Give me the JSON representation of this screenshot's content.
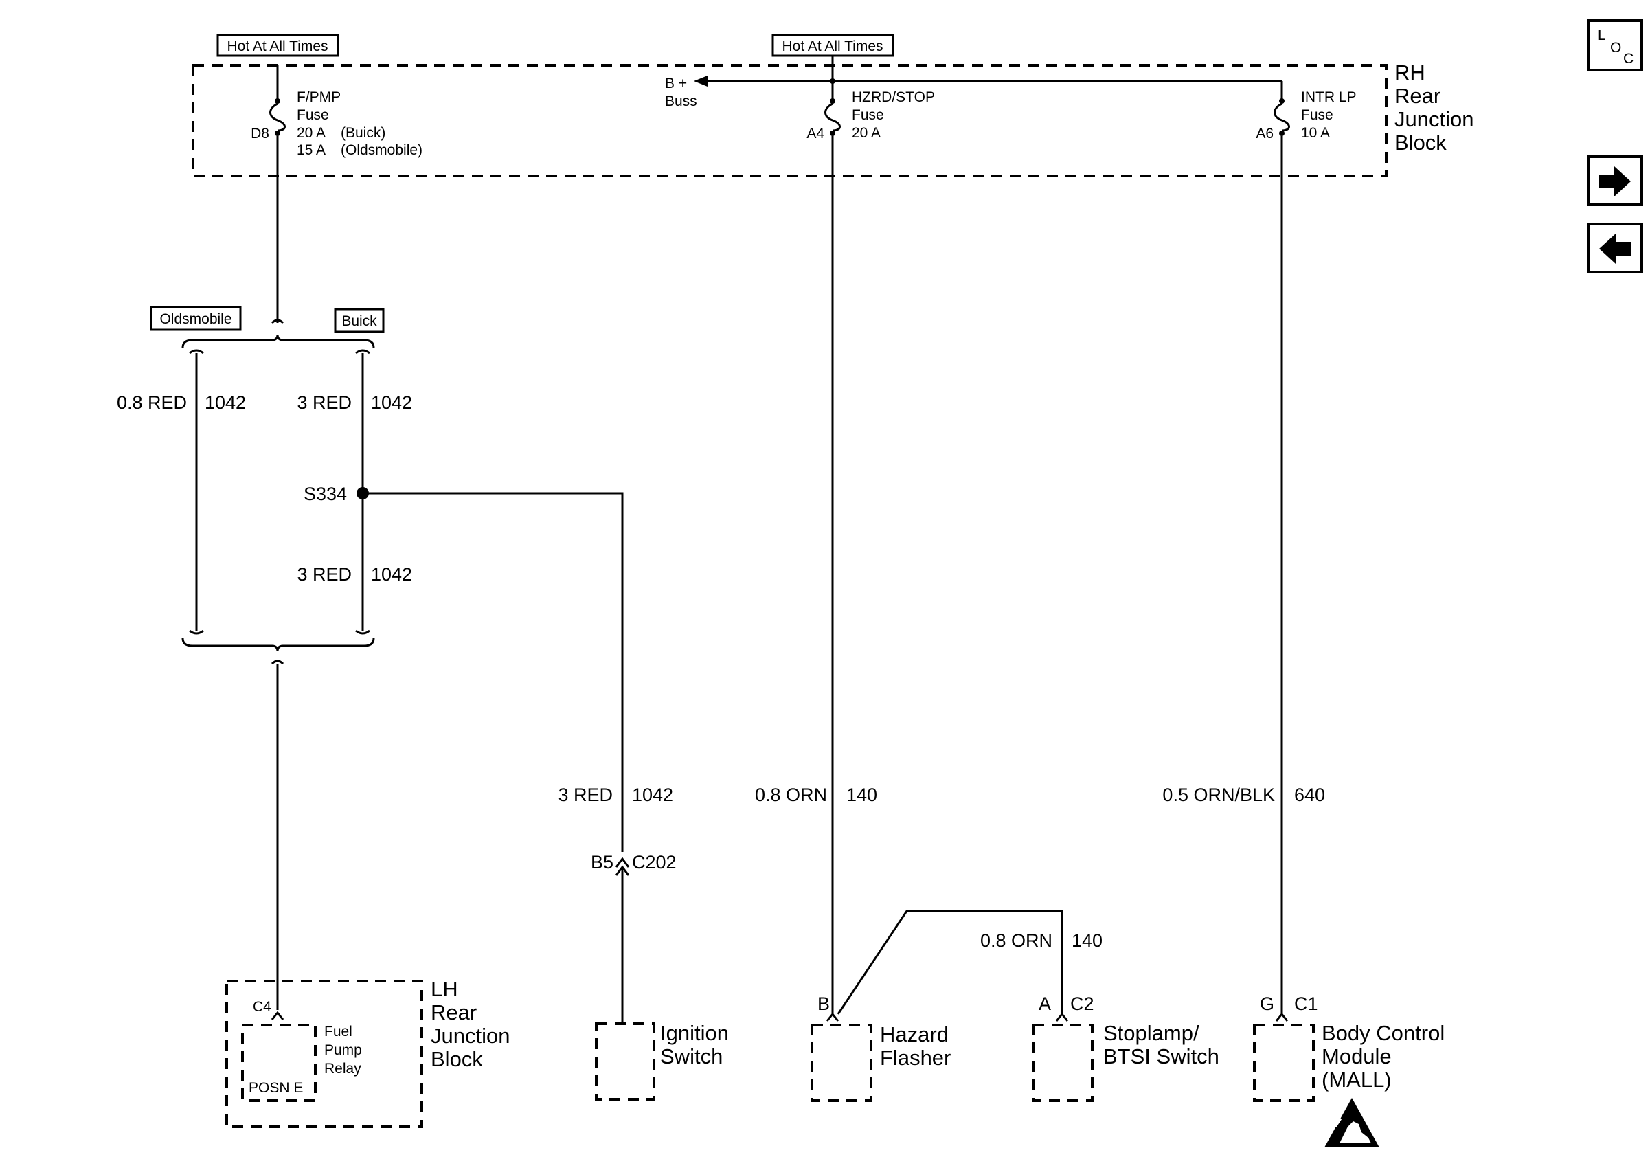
{
  "rh_block": {
    "hot1": "Hot At All Times",
    "hot2": "Hot At All Times",
    "name": [
      "RH",
      "Rear",
      "Junction",
      "Block"
    ],
    "fpmp_fuse": {
      "pin": "D8",
      "name": "F/PMP",
      "fuse": "Fuse",
      "rating1": "20 A",
      "note1": "(Buick)",
      "rating2": "15 A",
      "note2": "(Oldsmobile)"
    },
    "bplus": {
      "label": "B +",
      "buss": "Buss"
    },
    "hzrd_fuse": {
      "pin": "A4",
      "name": "HZRD/STOP",
      "fuse": "Fuse",
      "rating": "20 A"
    },
    "intr_fuse": {
      "pin": "A6",
      "name": "INTR LP",
      "fuse": "Fuse",
      "rating": "10 A"
    }
  },
  "options": {
    "oldsmobile": "Oldsmobile",
    "buick": "Buick"
  },
  "wires": {
    "olds_1042": {
      "gauge_color": "0.8 RED",
      "circuit": "1042"
    },
    "buick_1042_a": {
      "gauge_color": "3 RED",
      "circuit": "1042"
    },
    "buick_1042_b": {
      "gauge_color": "3 RED",
      "circuit": "1042"
    },
    "ign_1042": {
      "gauge_color": "3 RED",
      "circuit": "1042"
    },
    "hzrd_140": {
      "gauge_color": "0.8 ORN",
      "circuit": "140"
    },
    "stop_140": {
      "gauge_color": "0.8 ORN",
      "circuit": "140"
    },
    "bcm_640": {
      "gauge_color": "0.5 ORN/BLK",
      "circuit": "640"
    }
  },
  "splice": {
    "label": "S334"
  },
  "connector_c202": {
    "pin": "B5",
    "name": "C202"
  },
  "lh_block": {
    "name": [
      "LH",
      "Rear",
      "Junction",
      "Block"
    ],
    "connector": "C4",
    "relay": [
      "Fuel",
      "Pump",
      "Relay"
    ],
    "posn": "POSN E"
  },
  "components": {
    "ignition": [
      "Ignition",
      "Switch"
    ],
    "hazard": {
      "pin": "B",
      "name": [
        "Hazard",
        "Flasher"
      ]
    },
    "stoplamp": {
      "pin": "A",
      "connector": "C2",
      "name": [
        "Stoplamp/",
        "BTSI Switch"
      ]
    },
    "bcm": {
      "pin": "G",
      "connector": "C1",
      "name": [
        "Body Control",
        "Module",
        "(MALL)"
      ]
    }
  },
  "nav": {
    "loc_l": "L",
    "loc_o": "O",
    "loc_c": "C",
    "next_icon": "arrow-right-icon",
    "prev_icon": "arrow-left-icon"
  },
  "esd_icon": "esd-sensitive-icon"
}
